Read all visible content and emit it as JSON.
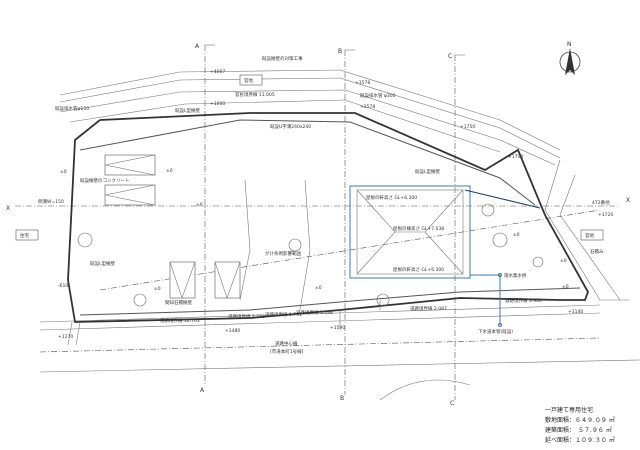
{
  "sections": {
    "a": "A",
    "b": "B",
    "c": "C",
    "x": "X"
  },
  "north": "N",
  "labels": {
    "public_land_top": "官地",
    "public_land_right": "官地",
    "house_left": "住宅",
    "existing_wall_work": "既設擁壁の対策工事",
    "road_boundary_top": "官民境界線 11.005",
    "drain_note": "既設排水管 φ300",
    "u_ditch": "既設U字溝240x240",
    "l_wall_top": "既設L型擁壁",
    "l_wall_right": "既設L型擁壁",
    "cliff_range": "がけ条例影響範囲",
    "road_boundary_bottom": "道路境界線 12.703",
    "road_boundary_2": "道路境界線 2.270",
    "road_boundary_3": "道路境界線 1.791",
    "road_boundary_4": "道路境界線 3.098",
    "road_boundary_5": "道路境界線 2.087",
    "road_boundary_6": "道路境界線 3.900",
    "road_center": "道路中心線",
    "road_name": "[市道本町1号線]",
    "water_pipe": "既設排水管φ150",
    "concrete": "既設擁壁のコンクリート",
    "side_ditch": "側溝W=150",
    "retaining_new": "間知石積擁壁",
    "roof_top": "屋根の軒高さ GL+6.300",
    "roof_mid": "屋根の棟高さ GL+7.038",
    "roof_bottom": "屋根の軒高さ GL+6.300",
    "catch_basin": "雨水集水桝",
    "sewer": "下水道本管(既設)",
    "rear_wall": "既設L型擁壁",
    "lot": "472番地",
    "stone": "石積み"
  },
  "elevations": [
    "+4007",
    "+1000",
    "+3578",
    "+2578",
    "+1700",
    "+1270",
    "+1480",
    "+1590",
    "+1140",
    "+1720",
    "+1750",
    "±0",
    "±0",
    "±0",
    "±0",
    "±0",
    "±0",
    "±0",
    "±0",
    "-610"
  ],
  "summary": {
    "title": "一戸建て専用住宅",
    "site_area": "敷地面積：６４９.０９ ㎡",
    "building_area": "建築面積：　５７.９６ ㎡",
    "floor_area": "延べ面積：１０９.３０ ㎡"
  }
}
